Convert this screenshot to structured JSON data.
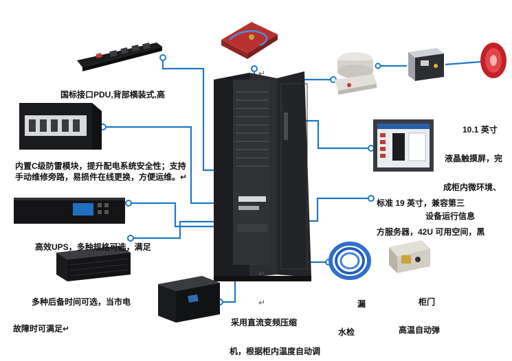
{
  "labels": {
    "pdu": "国标接口PDU,背部横装式,高",
    "surge": "内置C级防雷模块，提升配电系统安全性；支持手动维修旁路，易损件在线更换，方便运维。↵",
    "ups": "高效UPS，多种规格可选，满足",
    "backup1": "多种后备时间可选，当市电",
    "backup2": "故障时可满足↵",
    "compressor1": "采用直流变频压缩",
    "compressor2": "机，根据柜内温度自动调",
    "water_leak1": "漏",
    "water_leak2": "水检",
    "door1": "柜门",
    "door2": "高温自动弹",
    "screen1": "10.1 英寸",
    "screen2": "液晶触摸屏，完",
    "env1": "成柜内微环境、",
    "env2": "设备运行信息",
    "std1": "标准 19 英寸，兼容第三",
    "std2": "方服务器，42U 可用空间，黑"
  },
  "marks": {
    "return": "↵"
  },
  "colors": {
    "line": "#1e78c4",
    "cabinet": "#2b2d31",
    "cabinet_dark": "#17181b",
    "tray_red": "#c8373a"
  },
  "icons": {
    "pdu": "pdu-strip-icon",
    "surge": "surge-module-icon",
    "ups": "ups-rack-icon",
    "battery": "battery-box-icon",
    "tray": "drip-tray-icon",
    "smoke": "smoke-detector-icon",
    "controller": "controller-box-icon",
    "alarm": "alarm-light-icon",
    "touchscreen": "touchscreen-icon",
    "cable": "water-sensor-cable-icon",
    "latch": "door-latch-icon"
  }
}
